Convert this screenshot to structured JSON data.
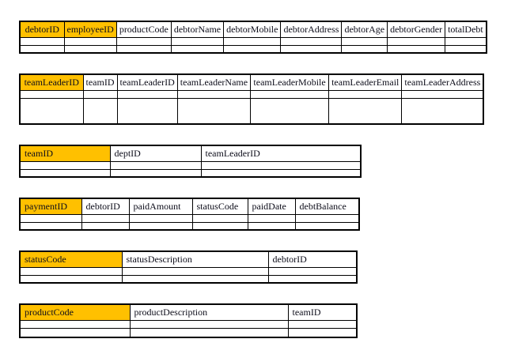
{
  "colors": {
    "key_highlight": "#FFC000",
    "table_border": "#000000",
    "page_background": "#FFFFFF",
    "text": "#0D0D1A"
  },
  "tables": [
    {
      "id": "debtor-table",
      "columns": [
        {
          "label": "debtorID",
          "highlighted": true
        },
        {
          "label": "employeeID",
          "highlighted": true
        },
        {
          "label": "productCode",
          "highlighted": false
        },
        {
          "label": "debtorName",
          "highlighted": false
        },
        {
          "label": "debtorMobile",
          "highlighted": false
        },
        {
          "label": "debtorAddress",
          "highlighted": false
        },
        {
          "label": "debtorAge",
          "highlighted": false
        },
        {
          "label": "debtorGender",
          "highlighted": false
        },
        {
          "label": "totalDebt",
          "highlighted": false
        }
      ],
      "empty_rows": 2
    },
    {
      "id": "team-leader-table",
      "columns": [
        {
          "label": "teamLeaderID",
          "highlighted": true
        },
        {
          "label": "teamID",
          "highlighted": false
        },
        {
          "label": "teamLeaderID",
          "highlighted": false
        },
        {
          "label": "teamLeaderName",
          "highlighted": false
        },
        {
          "label": "teamLeaderMobile",
          "highlighted": false
        },
        {
          "label": "teamLeaderEmail",
          "highlighted": false
        },
        {
          "label": "teamLeaderAddress",
          "highlighted": false
        }
      ],
      "empty_rows": 2
    },
    {
      "id": "team-table",
      "columns": [
        {
          "label": "teamID",
          "highlighted": true
        },
        {
          "label": "deptID",
          "highlighted": false
        },
        {
          "label": "teamLeaderID",
          "highlighted": false
        }
      ],
      "empty_rows": 2
    },
    {
      "id": "payment-table",
      "columns": [
        {
          "label": "paymentID",
          "highlighted": true
        },
        {
          "label": "debtorID",
          "highlighted": false
        },
        {
          "label": "paidAmount",
          "highlighted": false
        },
        {
          "label": "statusCode",
          "highlighted": false
        },
        {
          "label": "paidDate",
          "highlighted": false
        },
        {
          "label": "debtBalance",
          "highlighted": false
        }
      ],
      "empty_rows": 2
    },
    {
      "id": "status-table",
      "columns": [
        {
          "label": "statusCode",
          "highlighted": true
        },
        {
          "label": "statusDescription",
          "highlighted": false
        },
        {
          "label": "debtorID",
          "highlighted": false
        }
      ],
      "empty_rows": 2
    },
    {
      "id": "product-table",
      "columns": [
        {
          "label": "productCode",
          "highlighted": true
        },
        {
          "label": "productDescription",
          "highlighted": false
        },
        {
          "label": "teamID",
          "highlighted": false
        }
      ],
      "empty_rows": 2
    }
  ]
}
